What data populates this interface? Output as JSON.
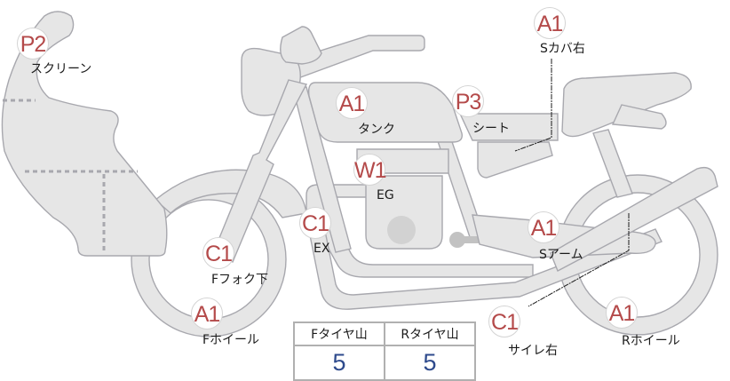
{
  "diagram": {
    "subject": "motorcycle-condition-map",
    "colors": {
      "grade_text": "#b44a4a",
      "tire_value": "#2e4a8c",
      "part_fill": "#e6e6e6",
      "part_stroke": "#a8a8ae"
    }
  },
  "parts": [
    {
      "id": "screen",
      "grade": "P2",
      "label": "スクリーン"
    },
    {
      "id": "tank",
      "grade": "A1",
      "label": "タンク"
    },
    {
      "id": "seat",
      "grade": "P3",
      "label": "シート"
    },
    {
      "id": "side-cover-right",
      "grade": "A1",
      "label": "Sカバ右"
    },
    {
      "id": "engine",
      "grade": "W1",
      "label": "EG"
    },
    {
      "id": "exhaust",
      "grade": "C1",
      "label": "EX"
    },
    {
      "id": "front-fork-lower",
      "grade": "C1",
      "label": "Fフォク下"
    },
    {
      "id": "front-wheel",
      "grade": "A1",
      "label": "Fホイール"
    },
    {
      "id": "swing-arm",
      "grade": "A1",
      "label": "Sアーム"
    },
    {
      "id": "muffler-right",
      "grade": "C1",
      "label": "サイレ右"
    },
    {
      "id": "rear-wheel",
      "grade": "A1",
      "label": "Rホイール"
    }
  ],
  "tire_table": {
    "headers": [
      "Fタイヤ山",
      "Rタイヤ山"
    ],
    "values": [
      "5",
      "5"
    ]
  }
}
